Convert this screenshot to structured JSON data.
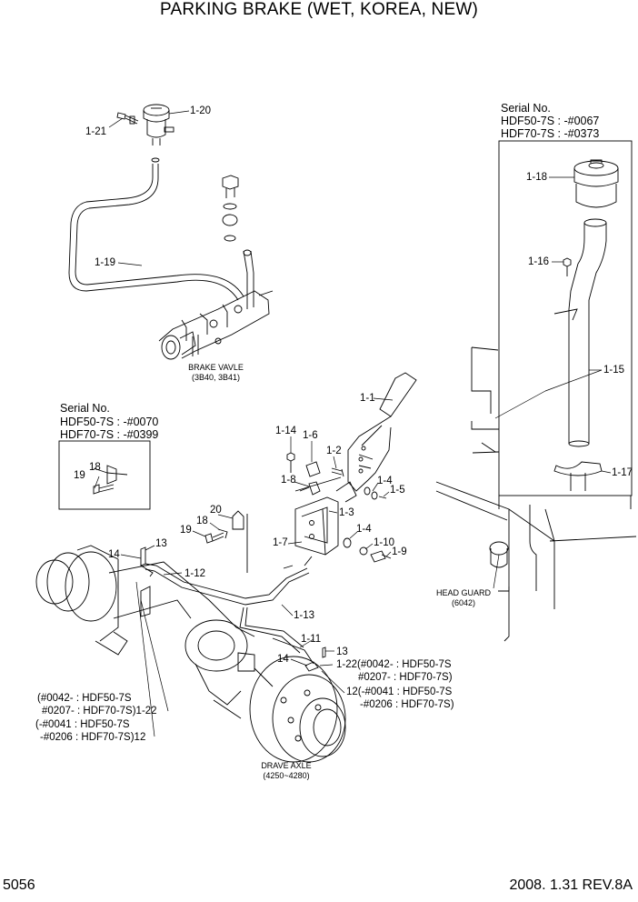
{
  "title": "PARKING BRAKE (WET, KOREA, NEW)",
  "serial_right": {
    "heading": "Serial No.",
    "line1": "HDF50-7S : -#0067",
    "line2": "HDF70-7S : -#0373"
  },
  "serial_left": {
    "heading": "Serial No.",
    "line1": "HDF50-7S : -#0070",
    "line2": "HDF70-7S : -#0399"
  },
  "labels": {
    "p1_20": "1-20",
    "p1_21": "1-21",
    "p1_19": "1-19",
    "p1_18": "1-18",
    "p1_16": "1-16",
    "p1_15": "1-15",
    "p1_17": "1-17",
    "p1_1": "1-1",
    "p1_14": "1-14",
    "p1_6": "1-6",
    "p1_2": "1-2",
    "p1_8": "1-8",
    "p1_4a": "1-4",
    "p1_5": "1-5",
    "p1_3": "1-3",
    "p1_4b": "1-4",
    "p1_10": "1-10",
    "p1_9": "1-9",
    "p1_7": "1-7",
    "p1_12": "1-12",
    "p1_13": "1-13",
    "p1_11": "1-11",
    "p19a": "19",
    "p18a": "18",
    "p20": "20",
    "p19b": "19",
    "p18b": "18",
    "p14a": "14",
    "p13a": "13",
    "p14b": "14",
    "p13b": "13",
    "p1_22_r": "1-22(#0042- : HDF50-7S",
    "p1_22_r2": "#0207- : HDF70-7S)",
    "p12_r": "12(-#0041 : HDF50-7S",
    "p12_r2": "-#0206 : HDF70-7S)",
    "p1_22_l": "(#0042- : HDF50-7S",
    "p1_22_l2": "#0207- : HDF70-7S)1-22",
    "p12_l": "(-#0041 : HDF50-7S",
    "p12_l2": "-#0206 : HDF70-7S)12"
  },
  "captions": {
    "brake_valve": "BRAKE VAVLE",
    "brake_valve_code": "(3B40, 3B41)",
    "head_guard": "HEAD GUARD",
    "head_guard_code": "(6042)",
    "drive_axle": "DRAVE AXLE",
    "drive_axle_code": "(4250~4280)"
  },
  "footer": {
    "page": "5056",
    "date_rev": "2008. 1.31  REV.8A"
  }
}
